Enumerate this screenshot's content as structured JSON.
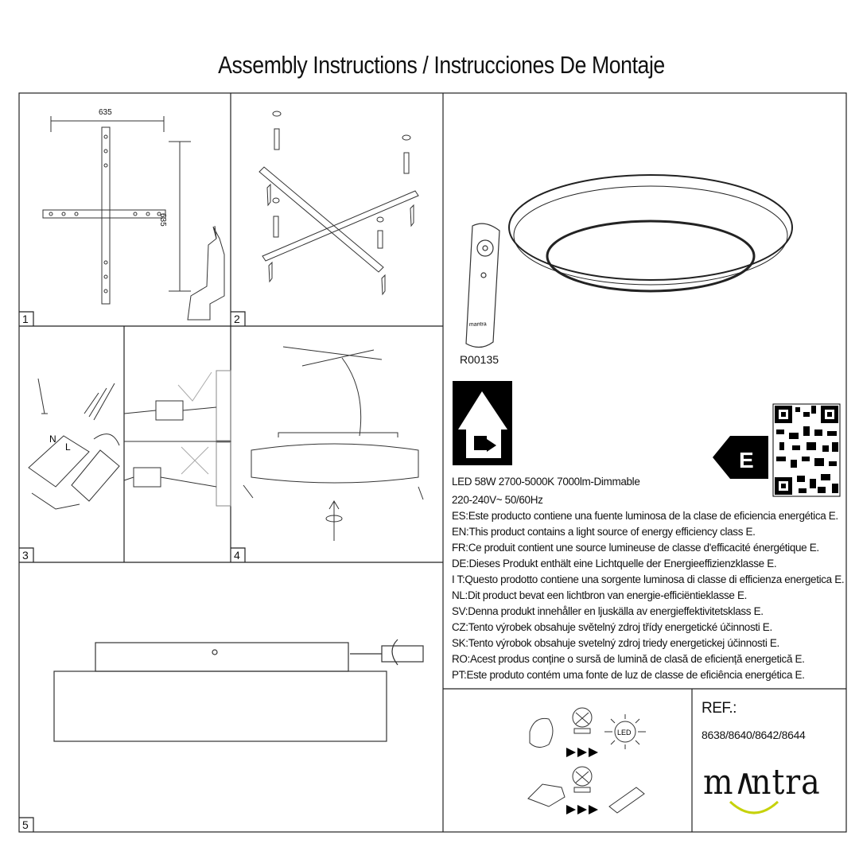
{
  "document": {
    "title": "Assembly Instructions / Instrucciones De Montaje"
  },
  "panels": {
    "p1": {
      "number": "1",
      "dim_horizontal": "635",
      "dim_vertical": "635"
    },
    "p2": {
      "number": "2"
    },
    "p3": {
      "number": "3",
      "terminal_labels": [
        "N",
        "L"
      ]
    },
    "p4": {
      "number": "4"
    },
    "p5": {
      "number": "5"
    }
  },
  "product": {
    "remote_code": "R00135",
    "energy_class": "E",
    "spec_line1": "LED 58W 2700-5000K 7000lm-Dimmable",
    "spec_line2": "220-240V~ 50/60Hz",
    "statements": [
      "ES:Este producto contiene una fuente luminosa de la clase de eficiencia energética E.",
      "EN:This product contains a light source of energy efficiency class E.",
      "FR:Ce produit contient une source lumineuse de classe d'efficacité énergétique E.",
      "DE:Dieses Produkt enthält eine Lichtquelle der Energieeffizienzklasse E.",
      "I T:Questo prodotto contiene una sorgente luminosa di classe di efficienza energetica E.",
      "NL:Dit product bevat een lichtbron van energie-efficiëntieklasse E.",
      "SV:Denna produkt innehåller en ljuskälla av energieffektivitetsklass E.",
      "CZ:Tento výrobek obsahuje světelný zdroj třídy energetické účinnosti E.",
      "SK:Tento výrobok obsahuje svetelný zdroj triedy energetickej účinnosti E.",
      "RO:Acest produs conține o sursă de lumină de clasă de eficiență energetică E.",
      "PT:Este produto contém uma fonte de luz de classe de eficiência energética E."
    ]
  },
  "reference": {
    "label": "REF.:",
    "codes": "8638/8640/8642/8644"
  },
  "brand": {
    "prefix": "m",
    "suffix": "ntra",
    "accent_color": "#c6d20a"
  },
  "icons": {
    "remote_logo": "mantra",
    "led_badge": "LED"
  }
}
